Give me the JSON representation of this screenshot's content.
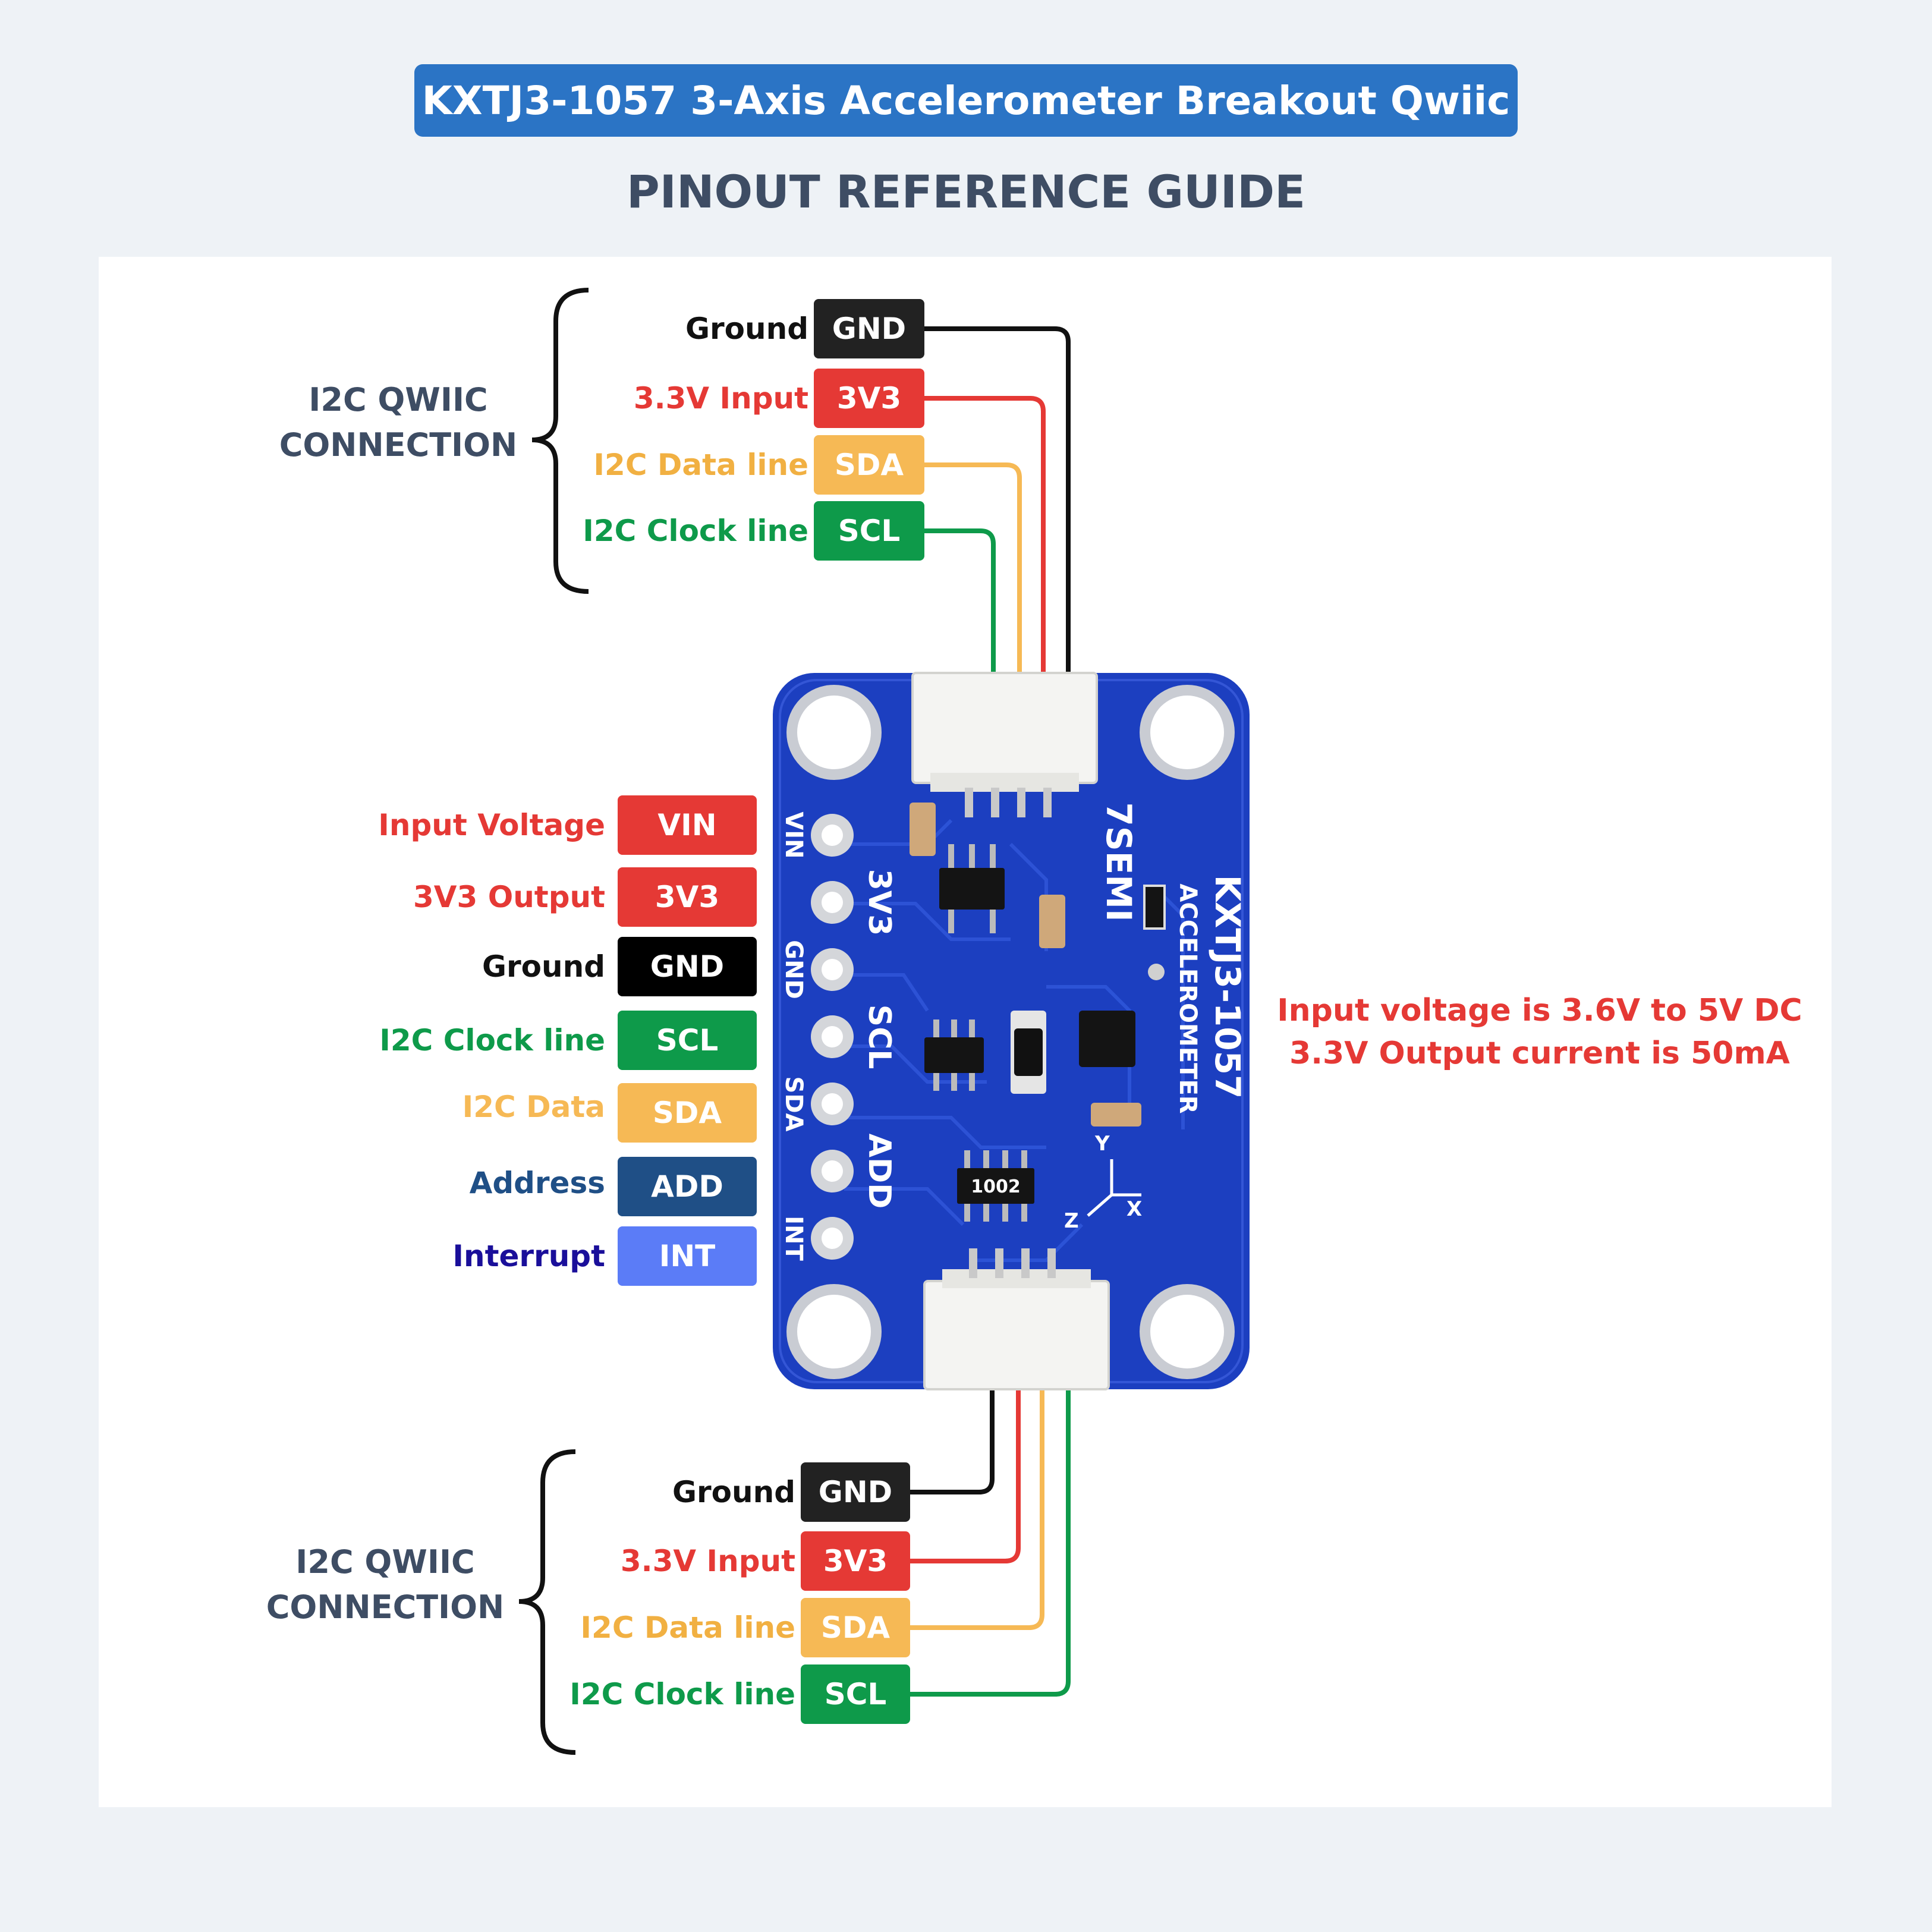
{
  "title": "KXTJ3-1057 3-Axis Accelerometer Breakout Qwiic",
  "subtitle": "PINOUT REFERENCE GUIDE",
  "top_connector": {
    "group_label": [
      "I2C QWIIC",
      "CONNECTION"
    ],
    "pins": [
      {
        "label": "Ground",
        "pin": "GND"
      },
      {
        "label": "3.3V Input",
        "pin": "3V3"
      },
      {
        "label": "I2C Data line",
        "pin": "SDA"
      },
      {
        "label": "I2C Clock line",
        "pin": "SCL"
      }
    ]
  },
  "bottom_connector": {
    "group_label": [
      "I2C QWIIC",
      "CONNECTION"
    ],
    "pins": [
      {
        "label": "Ground",
        "pin": "GND"
      },
      {
        "label": "3.3V Input",
        "pin": "3V3"
      },
      {
        "label": "I2C Data line",
        "pin": "SDA"
      },
      {
        "label": "I2C Clock line",
        "pin": "SCL"
      }
    ]
  },
  "header_pins": [
    {
      "label": "Input Voltage",
      "pin": "VIN"
    },
    {
      "label": "3V3 Output",
      "pin": "3V3"
    },
    {
      "label": "Ground",
      "pin": "GND"
    },
    {
      "label": "I2C Clock line",
      "pin": "SCL"
    },
    {
      "label": "I2C Data",
      "pin": "SDA"
    },
    {
      "label": "Address",
      "pin": "ADD"
    },
    {
      "label": "Interrupt",
      "pin": "INT"
    }
  ],
  "board": {
    "silk_pins": [
      "VIN",
      "3V3",
      "GND",
      "SCL",
      "SDA",
      "ADD",
      "INT"
    ],
    "brand": "7SEMI",
    "model": "KXTJ3-1057",
    "type": "ACCELEROMETER",
    "resistor_code": "1002",
    "axes": [
      "Y",
      "X",
      "Z"
    ]
  },
  "notes": [
    "Input voltage is 3.6V to 5V DC",
    "3.3V Output current is 50mA"
  ],
  "colors": {
    "gnd": "#222222",
    "v33": "#e53935",
    "sda": "#f6b955",
    "scl": "#0e9a4a",
    "add": "#1f4f86",
    "int": "#5b7cf7",
    "title_bar": "#2b74c5",
    "pcb": "#1c3fc0"
  }
}
